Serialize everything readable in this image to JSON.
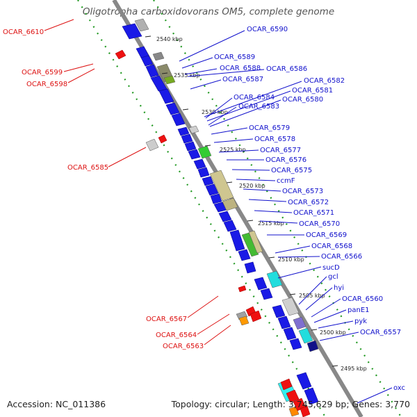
{
  "title": "Oligotropha carboxidovorans OM5, complete genome",
  "accession": "Accession: NC_011386",
  "topology": "Topology: circular; Length: 3,745,629 bp; Genes: 3,770",
  "colors": {
    "forward_label": "#1010cc",
    "reverse_label": "#dd1111",
    "backbone": "#8a8a8a",
    "gc_dots": "#229922"
  },
  "position_ticks": [
    "2540 kbp",
    "2535 kbp",
    "2530 kbp",
    "2525 kbp",
    "2520 kbp",
    "2515 kbp",
    "2510 kbp",
    "2505 kbp",
    "2500 kbp",
    "2495 kbp"
  ],
  "forward_labels": [
    "OCAR_6590",
    "OCAR_6589",
    "OCAR_6588",
    "OCAR_6586",
    "OCAR_6587",
    "OCAR_6582",
    "OCAR_6581",
    "OCAR_6584",
    "OCAR_6580",
    "OCAR_6583",
    "OCAR_6579",
    "OCAR_6578",
    "OCAR_6577",
    "OCAR_6576",
    "OCAR_6575",
    "ccmF",
    "OCAR_6573",
    "OCAR_6572",
    "OCAR_6571",
    "OCAR_6570",
    "OCAR_6569",
    "OCAR_6568",
    "OCAR_6566",
    "sucD",
    "gcl",
    "hyi",
    "OCAR_6560",
    "panE1",
    "pyk",
    "OCAR_6557",
    "oxc"
  ],
  "reverse_labels": [
    "OCAR_6610",
    "OCAR_6599",
    "OCAR_6598",
    "OCAR_6585",
    "OCAR_6567",
    "OCAR_6564",
    "OCAR_6563"
  ]
}
